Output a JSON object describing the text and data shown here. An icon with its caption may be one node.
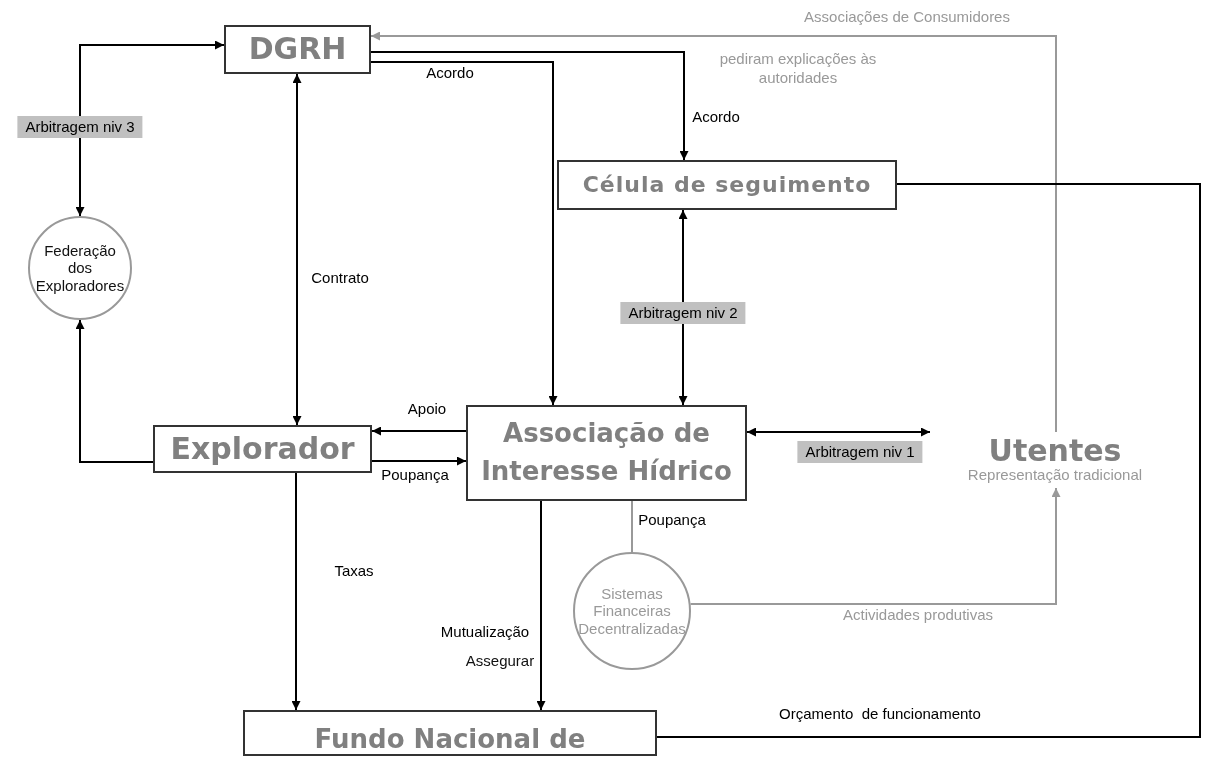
{
  "diagram": {
    "nodes": [
      {
        "text": [
          "DGRH"
        ]
      },
      {
        "text": [
          "Célula de seguimento"
        ]
      },
      {
        "text": [
          "Federação dos Exploradores"
        ]
      },
      {
        "text": [
          "Explorador"
        ]
      },
      {
        "text": [
          "Associação de Interesse Hídrico"
        ]
      },
      {
        "text": [
          "Utentes",
          "Representação tradicional"
        ]
      },
      {
        "text": [
          "Sistemas Financeiras Decentralizadas"
        ]
      },
      {
        "text": [
          "Fundo Nacional de"
        ]
      }
    ],
    "edges": [
      {
        "from": 0,
        "to": 2,
        "arrow": "both",
        "label": "Arbitragem niv 3"
      },
      {
        "from": 3,
        "to": 2,
        "arrow": "to"
      },
      {
        "from": 0,
        "to": 3,
        "arrow": "both",
        "label": "Contrato"
      },
      {
        "from": 0,
        "to": 4,
        "arrow": "to",
        "label": "Acordo"
      },
      {
        "from": 0,
        "to": 1,
        "arrow": "to",
        "label": "Acordo"
      },
      {
        "from": 5,
        "to": 0,
        "arrow": "to",
        "label": "Associações de Consumidores",
        "color": "#999999"
      },
      {
        "from": 1,
        "to": 4,
        "arrow": "both",
        "label": "Arbitragem niv 2"
      },
      {
        "from": 4,
        "to": 3,
        "arrow": "to",
        "label": "Apoio"
      },
      {
        "from": 3,
        "to": 4,
        "arrow": "to",
        "label": "Poupança"
      },
      {
        "from": 4,
        "to": 5,
        "arrow": "both",
        "label": "Arbitragem niv 1"
      },
      {
        "from": 3,
        "to": 7,
        "arrow": "to",
        "label": "Taxas"
      },
      {
        "from": 4,
        "to": 7,
        "arrow": "to",
        "label": "Mutualização"
      },
      {
        "from": 4,
        "to": 6,
        "arrow": "none",
        "label": "Poupança",
        "color": "#999999"
      },
      {
        "from": 6,
        "to": 5,
        "arrow": "to",
        "label": "Actividades produtivas",
        "color": "#999999"
      },
      {
        "from": 1,
        "to": 7,
        "arrow": "none",
        "label": "Orçamento  de funcionamento"
      }
    ],
    "labels": [
      "pediram explicações às autoridades",
      "Assegurar"
    ]
  }
}
